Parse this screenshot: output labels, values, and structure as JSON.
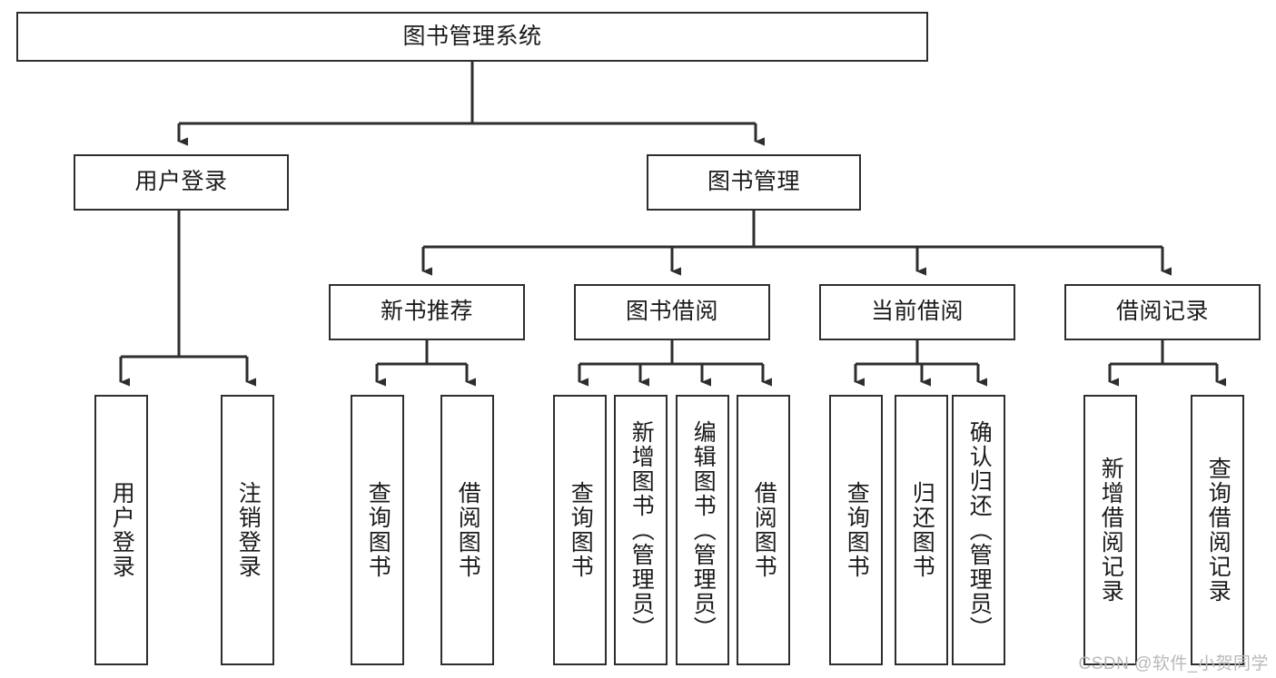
{
  "diagram": {
    "title": "图书管理系统",
    "type": "tree-hierarchy",
    "orientation": "top-down",
    "colors": {
      "stroke": "#2e2e2e",
      "fill": "#ffffff",
      "text": "#1b1b1b",
      "watermark": "#b9b9b9"
    },
    "root": {
      "label": "图书管理系统"
    },
    "level2": [
      {
        "label": "用户登录"
      },
      {
        "label": "图书管理"
      }
    ],
    "level3": [
      {
        "label": "新书推荐"
      },
      {
        "label": "图书借阅"
      },
      {
        "label": "当前借阅"
      },
      {
        "label": "借阅记录"
      }
    ],
    "leaves": {
      "user_login": [
        {
          "label": "用户登录"
        },
        {
          "label": "注销登录"
        }
      ],
      "new_book_recommend": [
        {
          "label": "查询图书"
        },
        {
          "label": "借阅图书"
        }
      ],
      "book_borrow": [
        {
          "label": "查询图书"
        },
        {
          "label": "新增图书（管理员）"
        },
        {
          "label": "编辑图书（管理员）"
        },
        {
          "label": "借阅图书"
        }
      ],
      "current_borrow": [
        {
          "label": "查询图书"
        },
        {
          "label": "归还图书"
        },
        {
          "label": "确认归还（管理员）"
        }
      ],
      "borrow_record": [
        {
          "label": "新增借阅记录"
        },
        {
          "label": "查询借阅记录"
        }
      ]
    }
  },
  "watermark": {
    "text": "CSDN @软件_小贺同学"
  }
}
